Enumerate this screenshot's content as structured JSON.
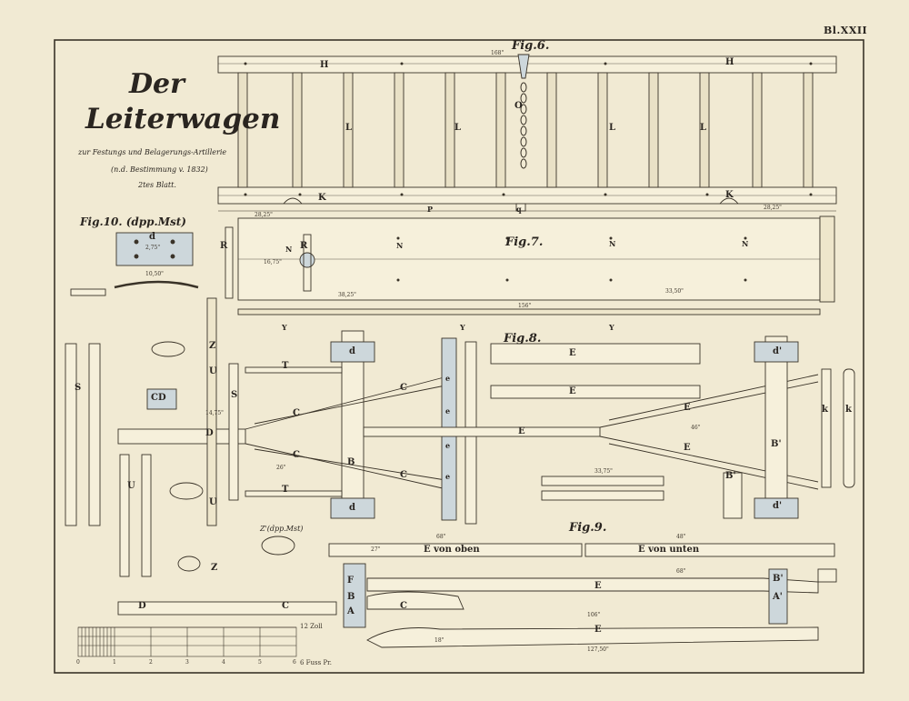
{
  "plate": {
    "number": "Bl.XXII",
    "title_line1": "Der",
    "title_line2": "Leiterwagen",
    "subtitle": "zur Festungs und Belagerungs-Artillerie",
    "regulation": "(n.d. Bestimmung v. 1832)",
    "sheet": "2tes Blatt."
  },
  "figures": {
    "fig6": "Fig.6.",
    "fig7": "Fig.7.",
    "fig8": "Fig.8.",
    "fig9": "Fig.9.",
    "fig10": "Fig.10. (dpp.Mst)"
  },
  "fig6_parts": {
    "H": "H",
    "L": "L",
    "K": "K",
    "O": "O",
    "P": "P",
    "q": "q",
    "dim_top": "168\"",
    "dim_left": "28,25\"",
    "dim_right": "28,25\""
  },
  "fig7_parts": {
    "R": "R",
    "N": "N",
    "Y": "Y",
    "dim_len": "156\"",
    "dim_a": "16,75\"",
    "dim_b": "33,50\"",
    "dim_c": "38,25\""
  },
  "fig10_parts": {
    "d": "d",
    "dim_a": "2,75\"",
    "dim_b": "10,50\""
  },
  "fig8_parts": {
    "C": "C",
    "D": "D",
    "T": "T",
    "S": "S",
    "U": "U",
    "Z": "Z",
    "B": "B",
    "B2": "B'",
    "E": "E",
    "k": "k",
    "e": "e",
    "d": "d",
    "d2": "d'",
    "CD": "CD",
    "dim_a": "46\"",
    "dim_b": "14,75\"",
    "dim_c": "33,75\"",
    "dim_d": "26\"",
    "zdpp": "Z'(dpp.Mst)",
    "udpp": "U"
  },
  "fig9_parts": {
    "E_oben": "E von oben",
    "E_unten": "E von unten",
    "E": "E",
    "F": "F",
    "B": "B",
    "A": "A",
    "C": "C",
    "D": "D",
    "Bprime": "B'",
    "Aprime": "A'",
    "dim_a": "68\"",
    "dim_b": "48\"",
    "dim_c": "106\"",
    "dim_d": "127,50\"",
    "dim_e": "68\"",
    "dim_f": "18\"",
    "dim_g": "27\""
  },
  "scale": {
    "right_label": "12 Zoll",
    "bottom_label": "6 Fuss Pr.",
    "ticks": [
      "0",
      "1",
      "2",
      "3",
      "4",
      "5",
      "6"
    ]
  }
}
